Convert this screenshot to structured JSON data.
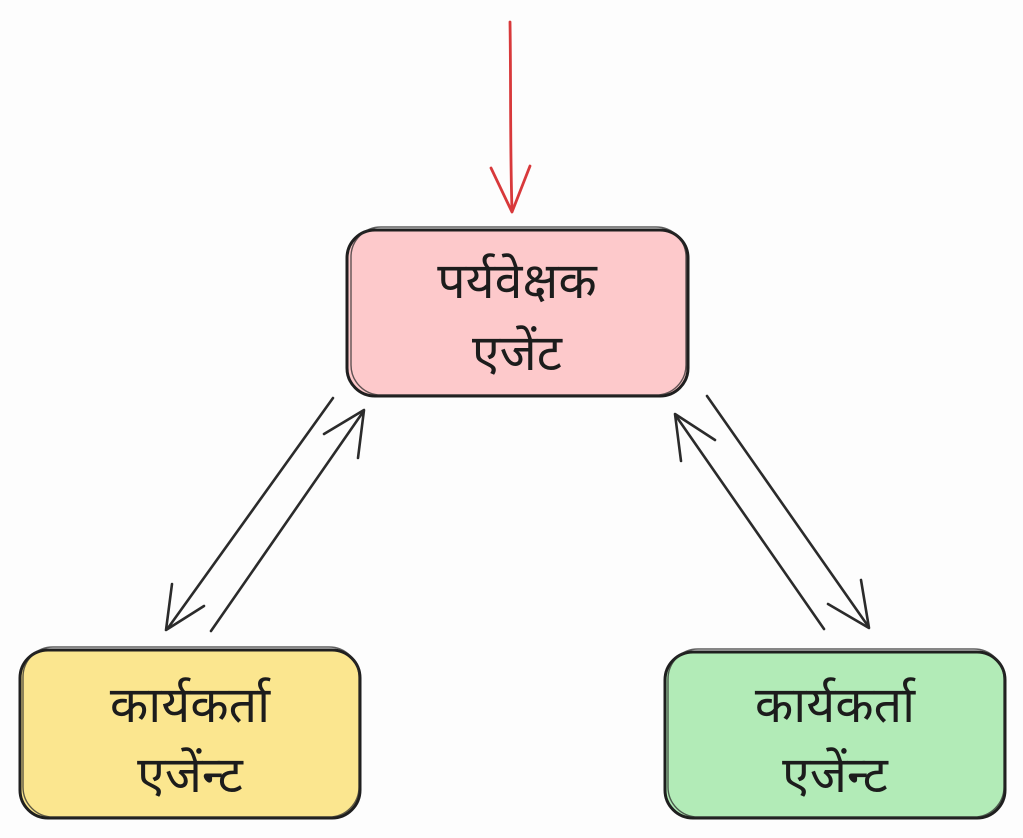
{
  "diagram": {
    "nodes": {
      "supervisor": {
        "line1": "पर्यवेक्षक",
        "line2": "एजेंट",
        "fill": "#fdc9cb"
      },
      "worker_left": {
        "line1": "कार्यकर्ता",
        "line2": "एजेंन्ट",
        "fill": "#fbe68f"
      },
      "worker_right": {
        "line1": "कार्यकर्ता",
        "line2": "एजेंन्ट",
        "fill": "#b2ebb7"
      }
    },
    "colors": {
      "input_arrow": "#d8393b",
      "edges": "#2b2b2b",
      "outline": "#1f1f1f"
    },
    "edges": [
      {
        "from": "external",
        "to": "supervisor",
        "kind": "input-arrow"
      },
      {
        "from": "supervisor",
        "to": "worker_left",
        "kind": "arrow"
      },
      {
        "from": "worker_left",
        "to": "supervisor",
        "kind": "arrow"
      },
      {
        "from": "supervisor",
        "to": "worker_right",
        "kind": "arrow"
      },
      {
        "from": "worker_right",
        "to": "supervisor",
        "kind": "arrow"
      }
    ]
  }
}
